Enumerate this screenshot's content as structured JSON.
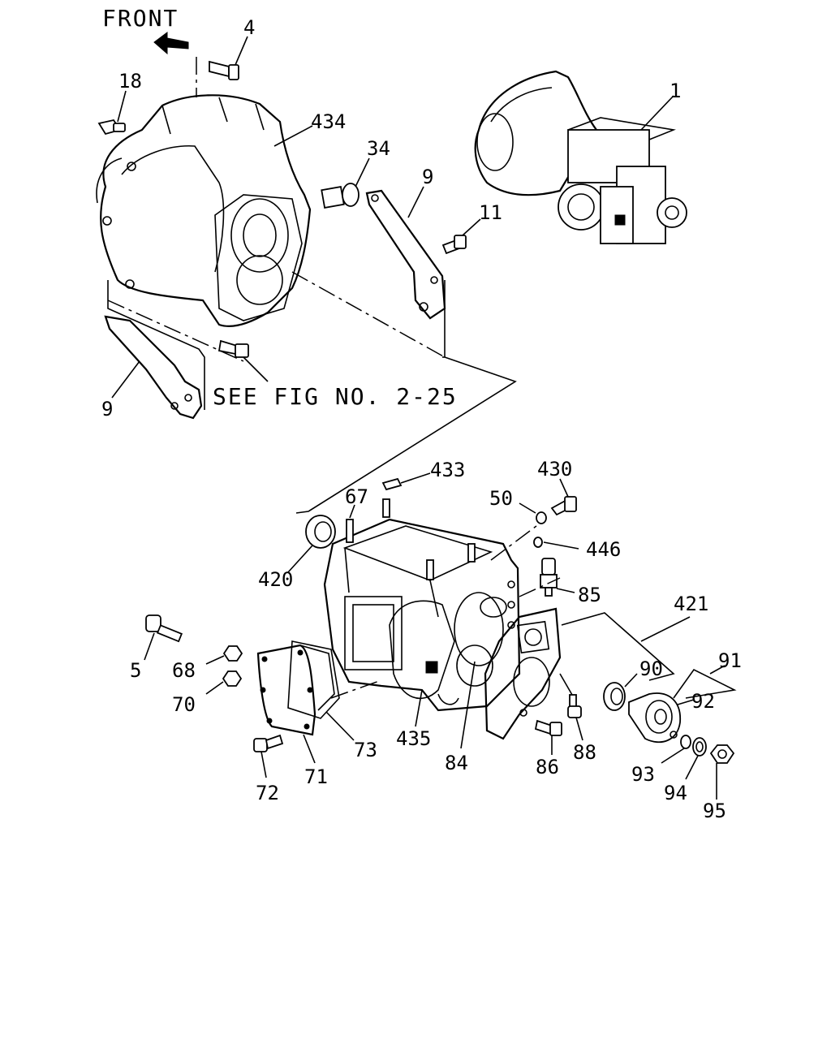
{
  "front_label": "FRONT",
  "see_fig_label": "SEE FIG NO. 2-25",
  "part_labels": {
    "p4": "4",
    "p18": "18",
    "p434": "434",
    "p34": "34",
    "p9_top": "9",
    "p1": "1",
    "p11": "11",
    "p9_bottom": "9",
    "p433": "433",
    "p430": "430",
    "p67": "67",
    "p50": "50",
    "p446": "446",
    "p420": "420",
    "p85": "85",
    "p421": "421",
    "p91": "91",
    "p90": "90",
    "p92": "92",
    "p5": "5",
    "p68": "68",
    "p70": "70",
    "p73": "73",
    "p435": "435",
    "p84": "84",
    "p88": "88",
    "p86": "86",
    "p93": "93",
    "p94": "94",
    "p95": "95",
    "p72": "72",
    "p71": "71"
  }
}
